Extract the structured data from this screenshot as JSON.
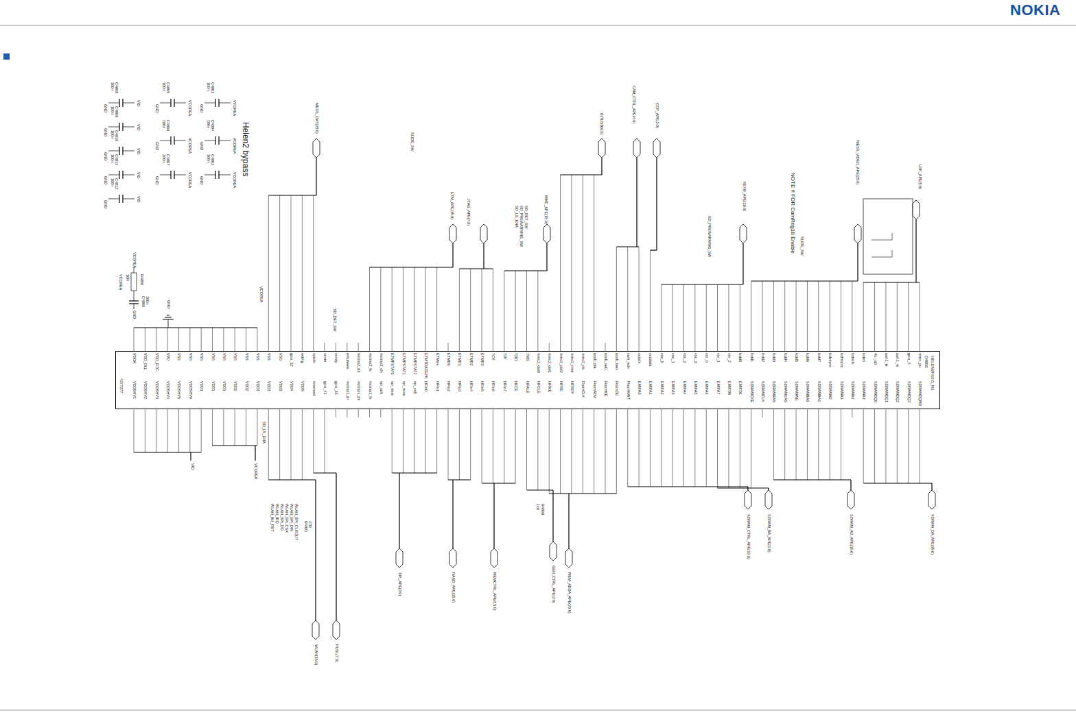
{
  "diagram": {
    "nodes": [
      {
        "text": [
          "D4800",
          "HELEN2FS2.0_N3"
        ]
      }
    ],
    "labels": [
      "NOKIA",
      "Helen2 bypass",
      "MESS_CMT(25:0)",
      "SLIDE_SW",
      "ETM_APE(15:0)",
      "JTAG_APE(7:0)",
      "SD_LS_ENA",
      "SD_PREWARNING_SW",
      "SD_DET_SW",
      "MMC_APE(15:0)",
      "INTUSB(6:0)",
      "CAM_CTRL_APE(4:0)",
      "CCP_APE(3:0)",
      "SD_PREWARNING_SW",
      "KEYB_APE(10:0)",
      "NOTE !! FOR CamReg18 Enable",
      "SLIDE_SW",
      "MESS_VIDEO_APE(25:0)",
      "LRK_APE(5:0)",
      "SD_DET_SW",
      "VCOREA",
      "R4800",
      "10R",
      "C4800",
      "100n",
      "GND",
      "VCOREA",
      "VCOREA",
      "GND",
      "4377277",
      "VIO",
      "VCOREA",
      "SD_LS_ENA",
      "WLAN_BU_RST",
      "WLAN_IRQ",
      "WLAN_SPI_DO",
      "WLAN_SPI_CSX",
      "WLAN_SPI_DIN",
      "WLAN_SPI_CLKOUT",
      "R4801",
      "47R",
      "WLAN(15:0)",
      "PUSL(7:0)",
      "SPI_APE(3:0)",
      "NAND_APE(15:0)",
      "MEMCTRL_APE(15:0)",
      "R4809",
      "1k0",
      "GEN_CTRL_APE(3:0)",
      "MEM_ADDA_APE(20:0)",
      "SDRAM_CTRL_APE(10:0)",
      "SDRAM_BA_APE(1:0)",
      "SDRAM_AD_APE(15:0)",
      "SDRAM_DA_APE(15:0)",
      "C4808",
      "100n",
      "VIO",
      "GND",
      "C4809",
      "100n",
      "VIO",
      "GND",
      "C4810",
      "100n",
      "VIO",
      "GND",
      "C4811",
      "100n",
      "VIO",
      "GND",
      "C4812",
      "100n",
      "VIO",
      "GND",
      "C4805",
      "100n",
      "VCOREA",
      "GND",
      "C4806",
      "100n",
      "VCOREA",
      "GND",
      "C4807",
      "100n",
      "VCOREA",
      "GND",
      "C4803",
      "100n",
      "VCOREA",
      "GND",
      "C4804",
      "100n",
      "VCOREA",
      "GND",
      "C4802",
      "100n",
      "VCOREA",
      "GND",
      "VDDA",
      "VDD_DLL",
      "VDD_RTC",
      "VPP",
      "VSS",
      "VSS",
      "VSS",
      "VSS",
      "VSS",
      "VSS",
      "VSS",
      "VSS",
      "VSS",
      "VSS",
      "gpio_12",
      "wdtrig",
      "sysclk",
      "iorstx",
      "ssirdy",
      "emuwake",
      "mcbsp2_dx",
      "mcbsp2_fs",
      "mcbsp2_clk",
      "ETMPSTAT0",
      "ETMPSTAT1",
      "ETMPSTAT2",
      "ETMTRACEPK",
      "ETMclk",
      "ETMD0",
      "ETMD1",
      "ETMD2",
      "ETMD3",
      "TCK",
      "TDI",
      "TDO",
      "TMS",
      "mmc2_dat0",
      "mmc2_dat1",
      "mmc2_dat2",
      "mmc2_cmd",
      "mmc2_clk",
      "usb0_dat",
      "usb0_se0",
      "usb0_txen",
      "cam_xclk",
      "ccpclk",
      "ccpdata",
      "kbc_0",
      "kbc_1",
      "kbc_2",
      "kbc_3",
      "kbr_0",
      "kbr_1",
      "kbr_2",
      "lcdd0",
      "lcdd1",
      "lcdd2",
      "lcdd3",
      "lcdd4",
      "lcdd5",
      "lcdd6",
      "lcdd7",
      "lcdvsync",
      "lcdhsync",
      "lcdpclk",
      "lcden",
      "rfbi_a0",
      "uart1_tx",
      "uart1_rx",
      "gpio_4",
      "mmc_pu",
      "VDDSHV1",
      "VDDSHV2",
      "VDDSHV3",
      "VDDSHV4",
      "VDDSHV5",
      "VDDSHV6",
      "VDD1",
      "VDD1",
      "VDD1",
      "VDD2",
      "VDD2",
      "VDD3",
      "VDD3",
      "VDD3",
      "VDD4",
      "VDDS",
      "reserved",
      "gpio_41",
      "gpio_33",
      "mcbsp1_dr",
      "mcbsp1_dx",
      "mcbsp1_fs",
      "spi_sclk",
      "spi_mosi",
      "spi_miso",
      "spi_cs0",
      "NFIo0",
      "NFIo1",
      "NFIo2",
      "NFIo3",
      "NFIo4",
      "NFIo5",
      "NFIo6",
      "NFIo7",
      "NFCE",
      "NFALE",
      "NFCLE",
      "NFWE",
      "NFRE",
      "NFRDY",
      "FlashCLK",
      "FlashADV",
      "FlashWE",
      "FlashOE",
      "FlashWAIT",
      "EMIFA0",
      "EMIFA1",
      "EMIFA2",
      "EMIFA3",
      "EMIFA4",
      "EMIFA5",
      "EMIFA6",
      "EMIFA7",
      "EMIFD0",
      "EMIFD1",
      "SDRAMCKE",
      "SDRAMCLK",
      "SDRAMRAS",
      "SDRAMCAS",
      "SDRAMWE",
      "SDRAMBA0",
      "SDRAMBA1",
      "SDRAMA0",
      "SDRAMA1",
      "SDRAMA2",
      "SDRAMA3",
      "SDRAMDQ0",
      "SDRAMDQ1",
      "SDRAMDQ2",
      "SDRAMDQ3",
      "SDRAMDQM0"
    ]
  }
}
